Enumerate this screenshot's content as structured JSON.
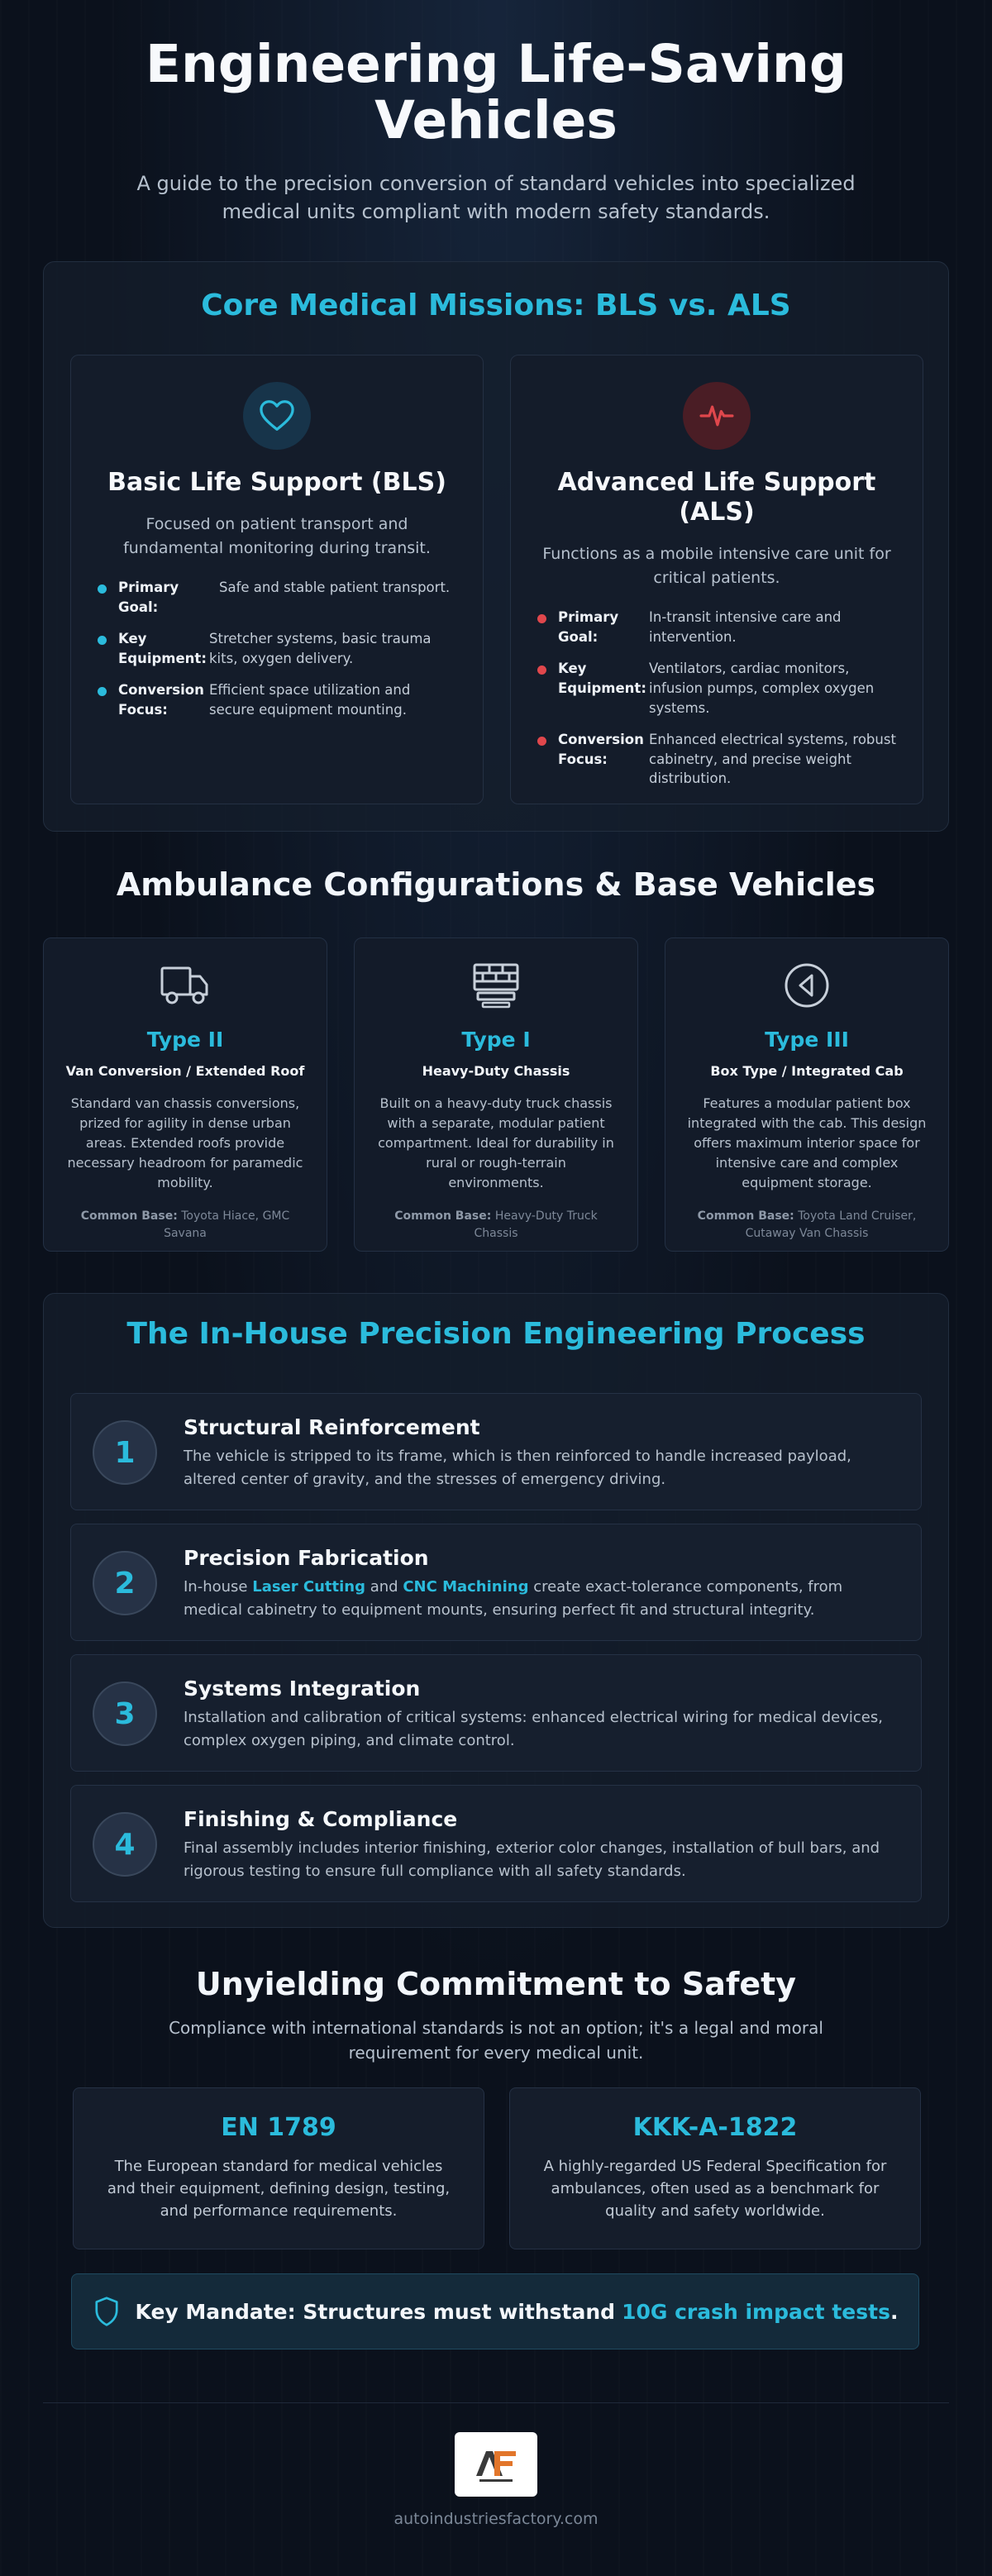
{
  "hero": {
    "title": "Engineering Life-Saving Vehicles",
    "subtitle": "A guide to the precision conversion of standard vehicles into specialized medical units compliant with modern safety standards."
  },
  "missions": {
    "title": "Core Medical Missions: BLS vs. ALS",
    "bls": {
      "icon": "heart-icon",
      "accent": "#2bbbdc",
      "title": "Basic Life Support (BLS)",
      "description": "Focused on patient transport and fundamental monitoring during transit.",
      "items": [
        {
          "key": "Primary Goal:",
          "value": "Safe and stable patient transport."
        },
        {
          "key": "Key Equipment:",
          "value": "Stretcher systems, basic trauma kits, oxygen delivery."
        },
        {
          "key": "Conversion Focus:",
          "value": "Efficient space utilization and secure equipment mounting."
        }
      ]
    },
    "als": {
      "icon": "pulse-icon",
      "accent": "#e0474c",
      "title": "Advanced Life Support (ALS)",
      "description": "Functions as a mobile intensive care unit for critical patients.",
      "items": [
        {
          "key": "Primary Goal:",
          "value": "In-transit intensive care and intervention."
        },
        {
          "key": "Key Equipment:",
          "value": "Ventilators, cardiac monitors, infusion pumps, complex oxygen systems."
        },
        {
          "key": "Conversion Focus:",
          "value": "Enhanced electrical systems, robust cabinetry, and precise weight distribution."
        }
      ]
    }
  },
  "configurations": {
    "title": "Ambulance Configurations & Base Vehicles",
    "base_label": "Common Base:",
    "items": [
      {
        "icon": "van-icon",
        "type": "Type II",
        "subtitle": "Van Conversion / Extended Roof",
        "description": "Standard van chassis conversions, prized for agility in dense urban areas. Extended roofs provide necessary headroom for paramedic mobility.",
        "base": "Toyota Hiace, GMC Savana"
      },
      {
        "icon": "truck-chassis-icon",
        "type": "Type I",
        "subtitle": "Heavy-Duty Chassis",
        "description": "Built on a heavy-duty truck chassis with a separate, modular patient compartment. Ideal for durability in rural or rough-terrain environments.",
        "base": "Heavy-Duty Truck Chassis"
      },
      {
        "icon": "navigation-icon",
        "type": "Type III",
        "subtitle": "Box Type / Integrated Cab",
        "description": "Features a modular patient box integrated with the cab. This design offers maximum interior space for intensive care and complex equipment storage.",
        "base": "Toyota Land Cruiser, Cutaway Van Chassis"
      }
    ]
  },
  "process": {
    "title": "The In-House Precision Engineering Process",
    "steps": [
      {
        "number": "1",
        "title": "Structural Reinforcement",
        "description": "The vehicle is stripped to its frame, which is then reinforced to handle increased payload, altered center of gravity, and the stresses of emergency driving."
      },
      {
        "number": "2",
        "title": "Precision Fabrication",
        "desc_prefix": "In-house ",
        "highlight_1": "Laser Cutting",
        "desc_mid": " and ",
        "highlight_2": "CNC Machining",
        "desc_suffix": " create exact-tolerance components, from medical cabinetry to equipment mounts, ensuring perfect fit and structural integrity."
      },
      {
        "number": "3",
        "title": "Systems Integration",
        "description": "Installation and calibration of critical systems: enhanced electrical wiring for medical devices, complex oxygen piping, and climate control."
      },
      {
        "number": "4",
        "title": "Finishing & Compliance",
        "description": "Final assembly includes interior finishing, exterior color changes, installation of bull bars, and rigorous testing to ensure full compliance with all safety standards."
      }
    ]
  },
  "safety": {
    "title": "Unyielding Commitment to Safety",
    "subtitle": "Compliance with international standards is not an option; it's a legal and moral requirement for every medical unit.",
    "standards": [
      {
        "name": "EN 1789",
        "description": "The European standard for medical vehicles and their equipment, defining design, testing, and performance requirements."
      },
      {
        "name": "KKK-A-1822",
        "description": "A highly-regarded US Federal Specification for ambulances, often used as a benchmark for quality and safety worldwide."
      }
    ],
    "mandate_prefix": "Key Mandate: Structures must withstand",
    "mandate_highlight": "10G crash impact tests",
    "mandate_suffix": "."
  },
  "footer": {
    "logo_letters": "AF",
    "url": "autoindustriesfactory.com"
  }
}
